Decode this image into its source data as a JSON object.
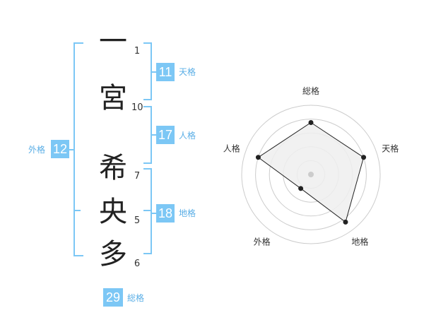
{
  "name": {
    "characters": [
      {
        "char": "一",
        "strokes": "1"
      },
      {
        "char": "宮",
        "strokes": "10"
      },
      {
        "char": "希",
        "strokes": "7"
      },
      {
        "char": "央",
        "strokes": "5"
      },
      {
        "char": "多",
        "strokes": "6"
      }
    ]
  },
  "fortunes": {
    "tenkaku": {
      "value": "11",
      "label": "天格"
    },
    "jinkaku": {
      "value": "17",
      "label": "人格"
    },
    "chikaku": {
      "value": "18",
      "label": "地格"
    },
    "gaikaku": {
      "value": "12",
      "label": "外格"
    },
    "soukaku": {
      "value": "29",
      "label": "総格"
    }
  },
  "chart_data": {
    "type": "radar",
    "axes": [
      "総格",
      "天格",
      "地格",
      "外格",
      "人格"
    ],
    "values": [
      0.75,
      0.8,
      0.85,
      0.25,
      0.8
    ],
    "range": [
      0,
      1
    ],
    "rings": 5,
    "colors": {
      "fill": "#eeeeee",
      "stroke": "#222222",
      "grid": "#cccccc",
      "center": "#cccccc"
    }
  }
}
